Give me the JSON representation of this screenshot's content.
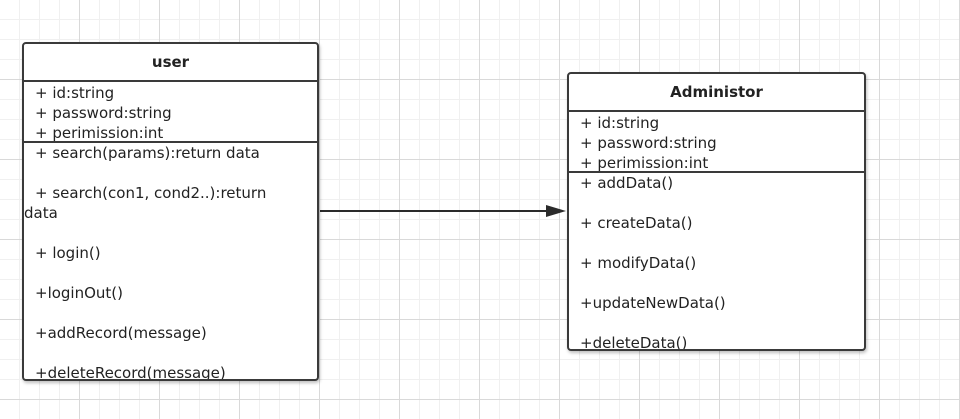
{
  "classes": {
    "user": {
      "name": "user",
      "attributes": [
        "+ id:string",
        "+ password:string",
        "+ perimission:int"
      ],
      "methods": [
        "+ search(params):return data",
        "+ search(con1, cond2..):return",
        "data",
        "+ login()",
        "+loginOut()",
        "+addRecord(message)",
        "+deleteRecord(message)"
      ]
    },
    "admin": {
      "name": "Administor",
      "attributes": [
        "+ id:string",
        "+ password:string",
        "+ perimission:int"
      ],
      "methods": [
        "+ addData()",
        "+ createData()",
        "+ modifyData()",
        "+updateNewData()",
        "+deleteData()"
      ]
    }
  },
  "relation": {
    "type": "association-arrow",
    "from": "user",
    "to": "Administor"
  }
}
